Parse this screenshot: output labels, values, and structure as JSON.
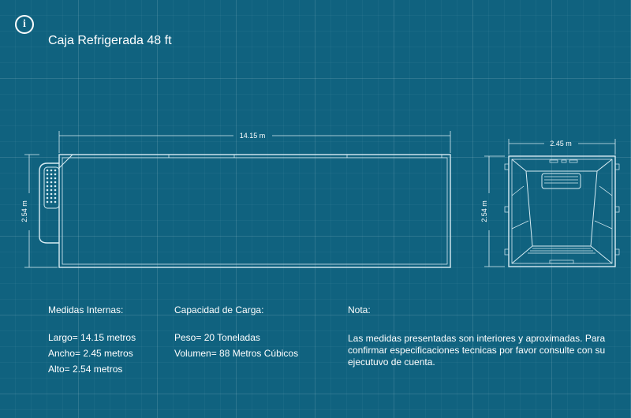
{
  "header": {
    "info_icon": "info-icon",
    "title": "Caja Refrigerada 48 ft"
  },
  "drawing": {
    "side_view": {
      "length_label": "14.15 m",
      "height_label": "2.54 m"
    },
    "rear_view": {
      "width_label": "2.45 m",
      "height_label": "2.54 m"
    }
  },
  "specs": {
    "medidas": {
      "heading": "Medidas Internas:",
      "lines": [
        "Largo= 14.15 metros",
        "Ancho= 2.45 metros",
        "Alto= 2.54 metros"
      ]
    },
    "capacidad": {
      "heading": "Capacidad de Carga:",
      "lines": [
        "Peso= 20 Toneladas",
        "Volumen= 88 Metros Cúbicos"
      ]
    },
    "nota": {
      "heading": "Nota:",
      "text": "Las medidas presentadas son interiores y aproximadas. Para confirmar especificaciones tecnicas por favor consulte con su ejecutuvo de cuenta."
    }
  }
}
